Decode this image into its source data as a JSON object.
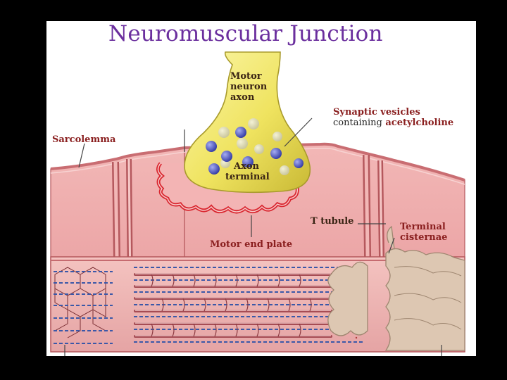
{
  "title": "Neuromuscular Junction",
  "labels": {
    "motor_neuron_axon": [
      "Motor",
      "neuron",
      "axon"
    ],
    "synaptic_vesicles_line1": "Synaptic vesicles",
    "synaptic_vesicles_line2a": "containing",
    "synaptic_vesicles_line2b": "acetylcholine",
    "sarcolemma": "Sarcolemma",
    "axon_terminal": [
      "Axon",
      "terminal"
    ],
    "t_tubule": "T tubule",
    "terminal_cisternae": [
      "Terminal",
      "cisternae"
    ],
    "motor_end_plate": "Motor end plate"
  },
  "colors": {
    "background": "#000000",
    "panel": "#ffffff",
    "title": "#6b2f9e",
    "label": "#8a1f1f",
    "muscle": "#e8a2a4",
    "muscle_dark": "#b5585d",
    "neuron": "#f3ec7a",
    "vesicle": "#5a61c9",
    "end_plate_outline": "#d9262f",
    "cisternae": "#d9c2ae",
    "filament_blue": "#3b58a8"
  }
}
